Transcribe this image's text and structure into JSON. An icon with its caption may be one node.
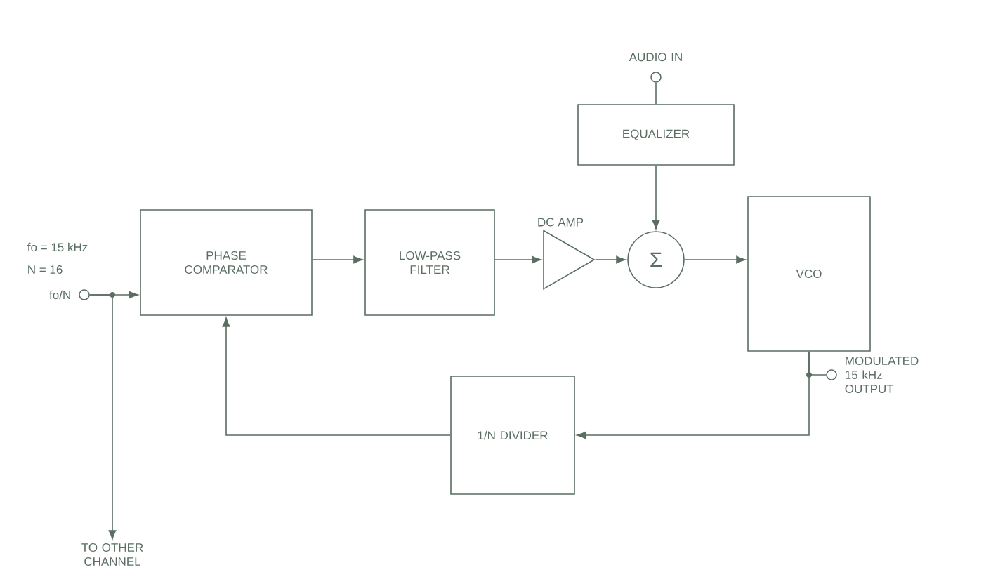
{
  "diagram": {
    "nodes": [
      {
        "text": [],
        "shape": "circle",
        "beside": [
          "fo/N"
        ]
      },
      {
        "text": [
          "PHASE COMPARATOR"
        ]
      },
      {
        "text": [
          "LOW-PASS FILTER"
        ]
      },
      {
        "text": [
          "DC AMP"
        ]
      },
      {
        "text": [
          "Σ"
        ]
      },
      {
        "text": [
          "VCO"
        ]
      },
      {
        "text": [
          "EQUALIZER"
        ]
      },
      {
        "text": [],
        "shape": "circle",
        "beside": [
          "AUDIO IN"
        ]
      },
      {
        "text": [],
        "shape": "circle",
        "beside": [
          "MODULATED 15 kHz OUTPUT"
        ]
      },
      {
        "text": [
          "1/N DIVIDER"
        ]
      },
      {
        "text": [
          "TO OTHER CHANNEL"
        ]
      }
    ],
    "edges": [
      {
        "from": 0,
        "to": 1,
        "arrow": "to"
      },
      {
        "from": 0,
        "to": 10,
        "arrow": "to"
      },
      {
        "from": 1,
        "to": 2,
        "arrow": "to"
      },
      {
        "from": 2,
        "to": 3,
        "arrow": "to"
      },
      {
        "from": 3,
        "to": 4,
        "arrow": "to"
      },
      {
        "from": 7,
        "to": 6,
        "arrow": "none"
      },
      {
        "from": 6,
        "to": 4,
        "arrow": "to"
      },
      {
        "from": 4,
        "to": 5,
        "arrow": "to"
      },
      {
        "from": 5,
        "to": 8,
        "arrow": "none"
      },
      {
        "from": 5,
        "to": 9,
        "arrow": "to"
      },
      {
        "from": 9,
        "to": 1,
        "arrow": "to"
      }
    ],
    "labels": [
      "fo = 15 kHz",
      "N = 16"
    ]
  }
}
